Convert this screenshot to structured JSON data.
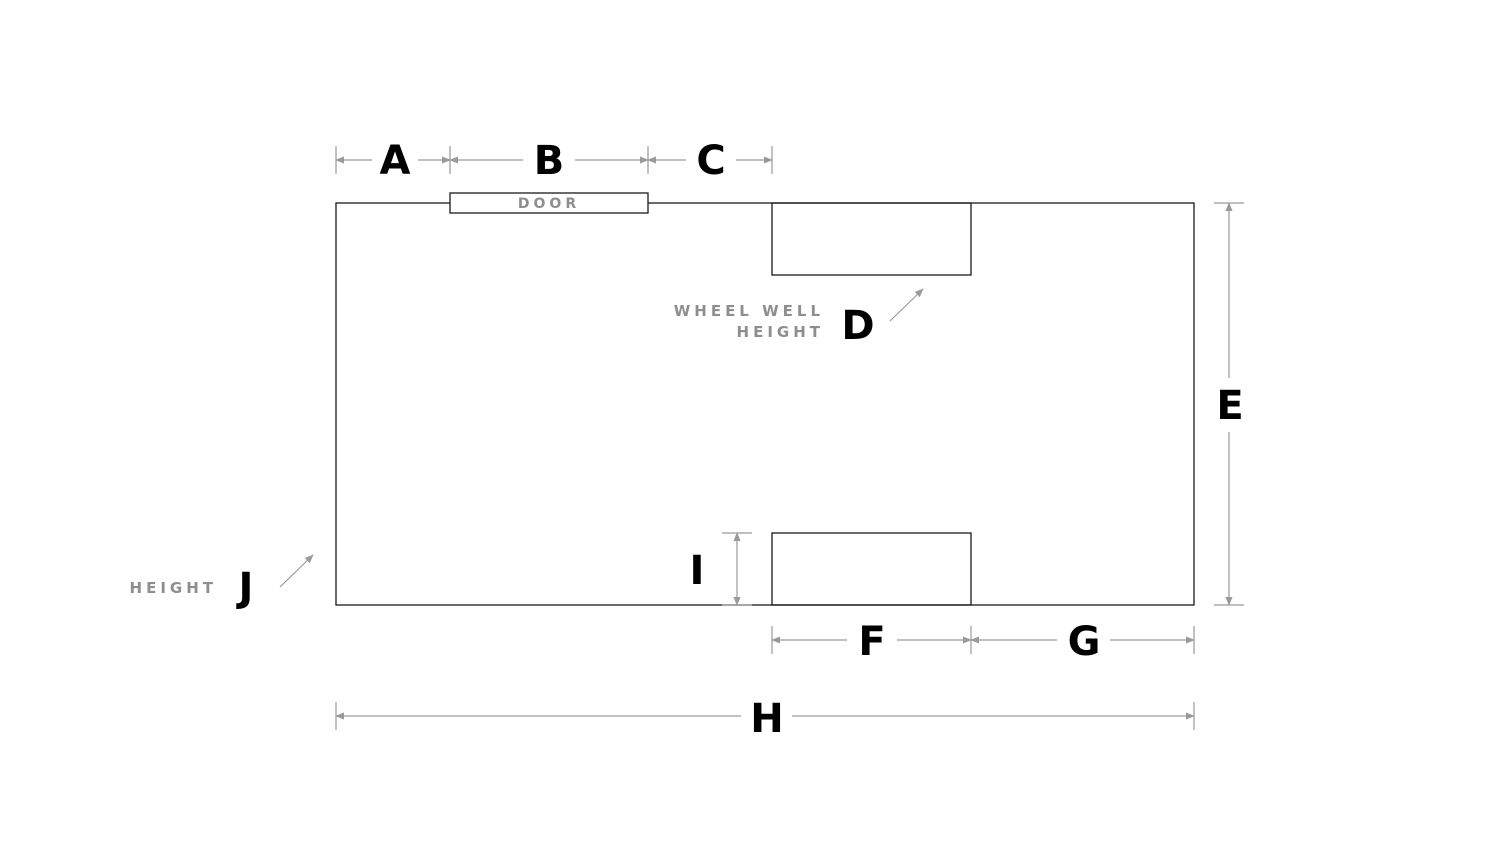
{
  "labels": {
    "a": "A",
    "b": "B",
    "c": "C",
    "d": "D",
    "e": "E",
    "f": "F",
    "g": "G",
    "h": "H",
    "i": "I",
    "j": "J",
    "door": "DOOR",
    "wheel_well_line1": "WHEEL WELL",
    "wheel_well_line2": "HEIGHT",
    "height": "HEIGHT"
  },
  "colors": {
    "outline": "#1a1a1a",
    "dimension": "#9a9a9a",
    "caption": "#8e8e8e",
    "letter": "#000000"
  }
}
